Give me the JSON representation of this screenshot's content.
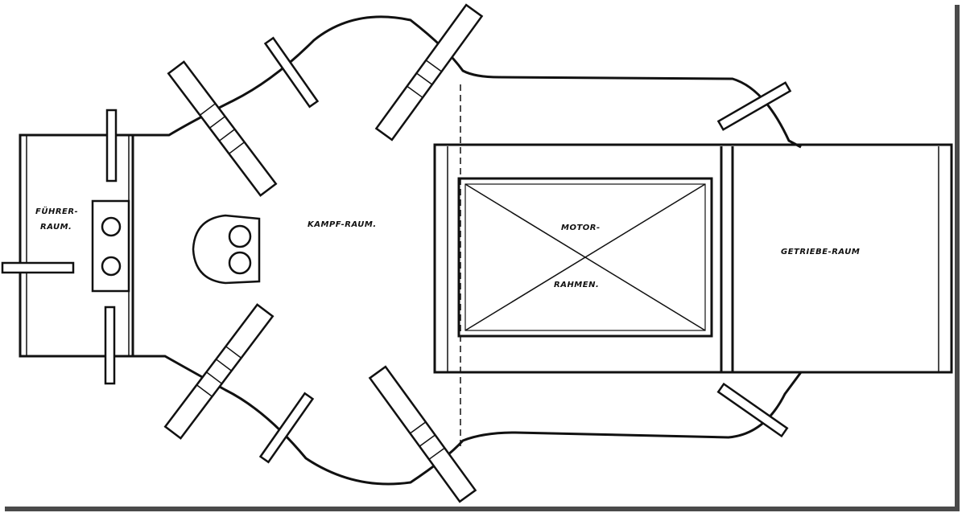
{
  "labels": {
    "driver_room_line1": "FÜHRER-",
    "driver_room_line2": "RAUM.",
    "fighting_room": "KAMPF-RAUM.",
    "engine_line1": "MOTOR-",
    "engine_line2": "RAHMEN.",
    "transmission_room": "GETRIEBE-RAUM"
  },
  "colors": {
    "ink": "#111111",
    "paper": "#ffffff",
    "shadow": "#4a4a4a"
  }
}
